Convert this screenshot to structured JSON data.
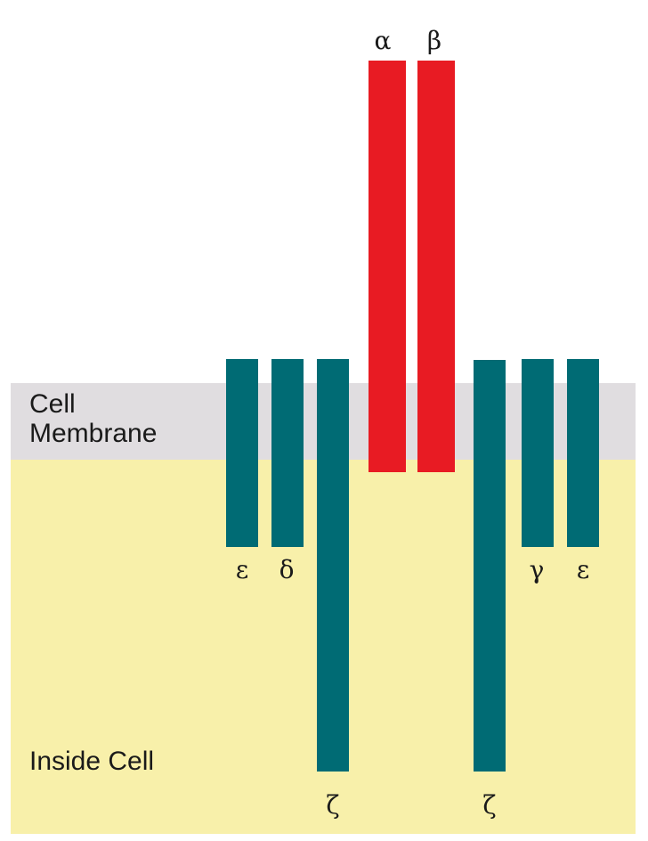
{
  "colors": {
    "background": "#ffffff",
    "membrane": "#e0dde0",
    "inside_cell": "#f8f0aa",
    "tcr_chains": "#e81b23",
    "cd3_chains": "#006b74",
    "text": "#1a1a1a"
  },
  "regions": {
    "membrane_label": "Cell\nMembrane",
    "inside_label": "Inside Cell"
  },
  "chains": {
    "alpha": "α",
    "beta": "β",
    "epsilon_left": "ε",
    "delta": "δ",
    "zeta_left": "ζ",
    "zeta_right": "ζ",
    "gamma": "γ",
    "epsilon_right": "ε"
  }
}
